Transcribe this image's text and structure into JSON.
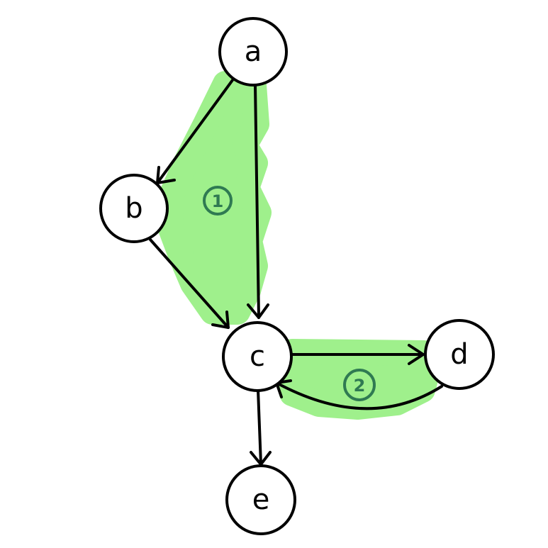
{
  "colors": {
    "highlight": "#9ff08c",
    "badge": "#2f7a52",
    "ink": "#000000",
    "node_fill": "#ffffff"
  },
  "nodes": [
    {
      "id": "a",
      "label": "a"
    },
    {
      "id": "b",
      "label": "b"
    },
    {
      "id": "c",
      "label": "c"
    },
    {
      "id": "d",
      "label": "d"
    },
    {
      "id": "e",
      "label": "e"
    }
  ],
  "edges": [
    {
      "from": "a",
      "to": "b"
    },
    {
      "from": "a",
      "to": "c"
    },
    {
      "from": "b",
      "to": "c"
    },
    {
      "from": "c",
      "to": "d"
    },
    {
      "from": "d",
      "to": "c"
    },
    {
      "from": "c",
      "to": "e"
    }
  ],
  "regions": [
    {
      "id": "1",
      "label": "1",
      "members": [
        "a",
        "b",
        "c"
      ]
    },
    {
      "id": "2",
      "label": "2",
      "members": [
        "c",
        "d"
      ]
    }
  ]
}
